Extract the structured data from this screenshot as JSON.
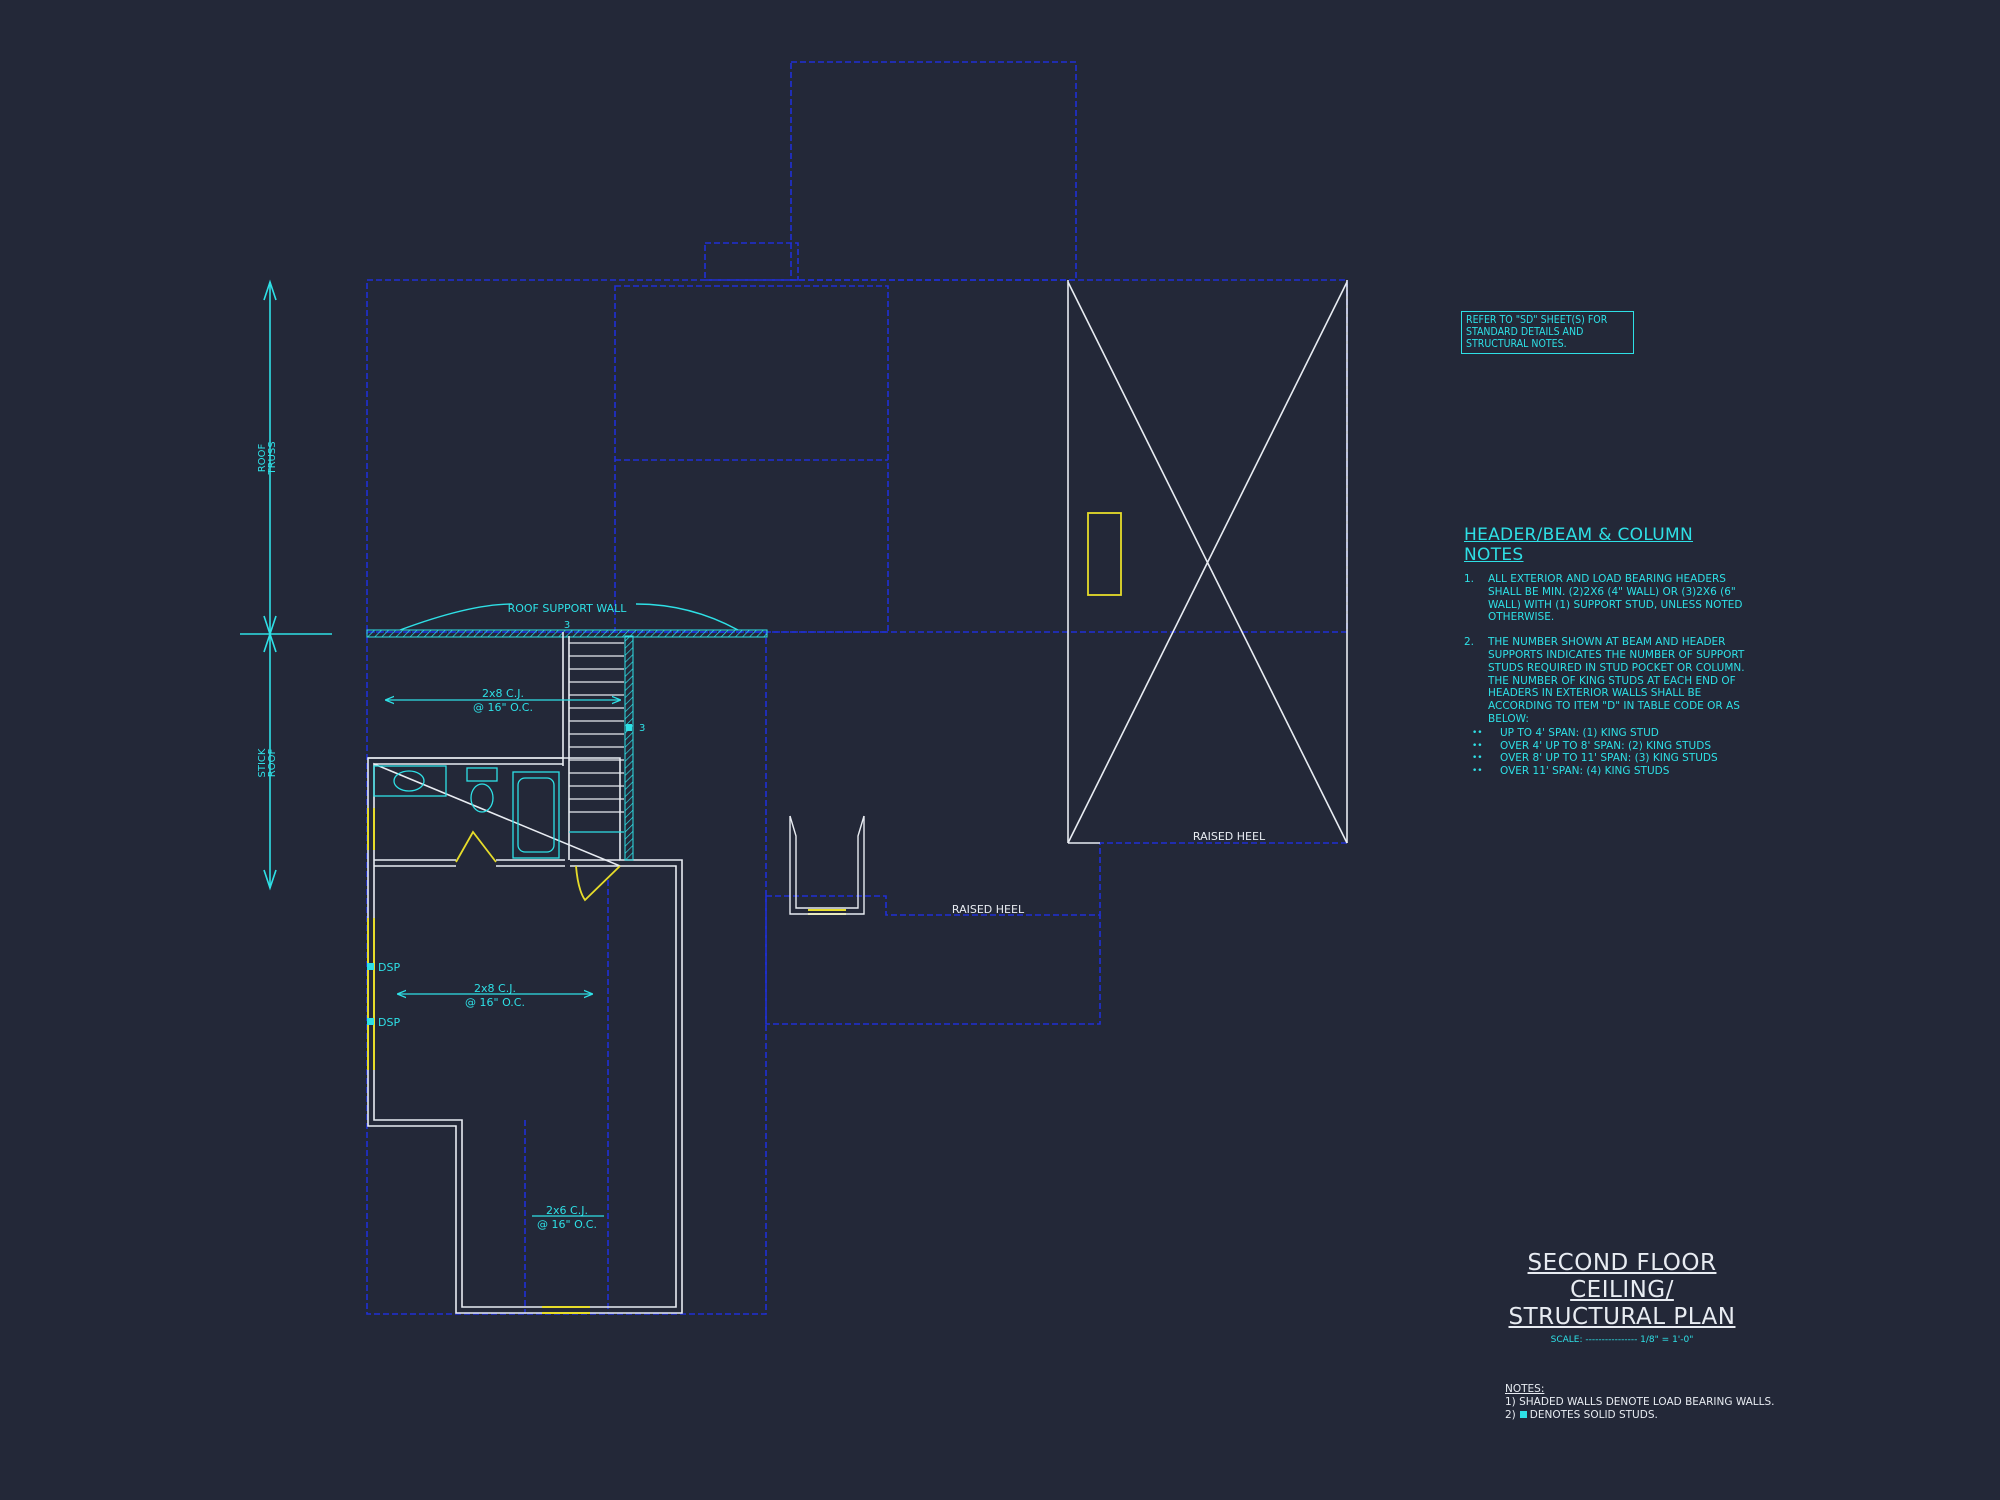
{
  "drawing": {
    "labels": {
      "roof_truss": [
        "ROOF",
        "TRUSS"
      ],
      "stick_roof": [
        "STICK",
        "ROOF"
      ],
      "roof_support_wall": "ROOF SUPPORT WALL",
      "cj_upper": [
        "2x8 C.J.",
        "@ 16\" O.C."
      ],
      "cj_middle": [
        "2x8 C.J.",
        "@ 16\" O.C."
      ],
      "cj_lower": [
        "2x6 C.J.",
        "@ 16\" O.C."
      ],
      "dsp_1": "DSP",
      "dsp_2": "DSP",
      "raised_heel_1": "RAISED HEEL",
      "raised_heel_2": "RAISED HEEL",
      "stud_count_1": "3",
      "stud_count_2": "3"
    },
    "colors": {
      "background": "#232838",
      "dashed_outline": "#1f2fd6",
      "walls": "#e8ecf2",
      "annotation": "#2ee0e6",
      "highlight": "#e6dc2a"
    }
  },
  "reference_note": "REFER TO \"SD\" SHEET(S) FOR STANDARD DETAILS AND STRUCTURAL NOTES.",
  "header_notes": {
    "title": "HEADER/BEAM & COLUMN NOTES",
    "items": [
      {
        "num": "1.",
        "text": "ALL EXTERIOR AND LOAD BEARING HEADERS SHALL BE MIN. (2)2x6 (4\" WALL) OR (3)2x6 (6\" WALL) WITH (1) SUPPORT STUD, UNLESS NOTED OTHERWISE."
      },
      {
        "num": "2.",
        "text": "THE NUMBER SHOWN AT BEAM AND HEADER SUPPORTS INDICATES THE NUMBER OF SUPPORT STUDS REQUIRED IN STUD POCKET OR COLUMN. THE NUMBER OF KING STUDS AT EACH END OF HEADERS IN EXTERIOR WALLS SHALL BE ACCORDING TO ITEM \"d\" IN TABLE CODE OR AS BELOW:"
      }
    ],
    "sub_items": [
      "UP TO 4' SPAN: (1) KING STUD",
      "OVER 4' UP TO 8' SPAN: (2) KING STUDS",
      "OVER 8' UP TO 11' SPAN: (3) KING STUDS",
      "OVER 11' SPAN: (4) KING STUDS"
    ],
    "sub_bullet": "••"
  },
  "title_block": {
    "line1": "SECOND FLOOR CEILING/",
    "line2": "STRUCTURAL PLAN",
    "scale": "SCALE: ---------------- 1/8\" = 1'-0\""
  },
  "footer_notes": {
    "title": "NOTES:",
    "note1": "1) SHADED WALLS DENOTE LOAD BEARING WALLS.",
    "note2_prefix": "2)",
    "note2_suffix": "DENOTES SOLID STUDS."
  }
}
